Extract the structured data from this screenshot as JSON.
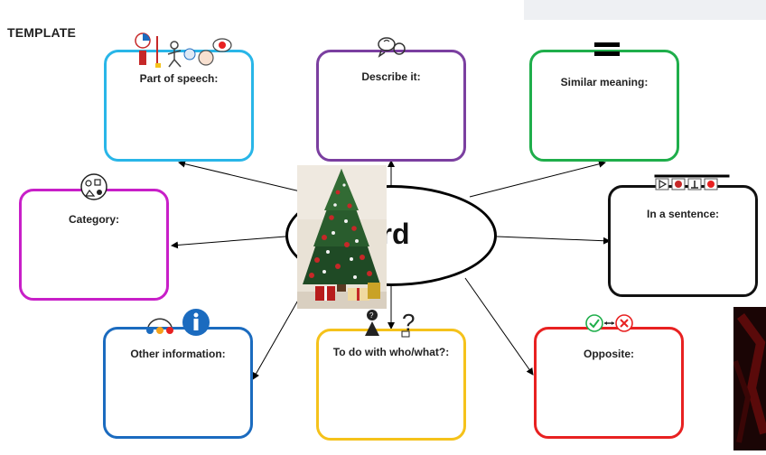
{
  "title": "TEMPLATE",
  "center": {
    "word": "ord"
  },
  "boxes": {
    "part_of_speech": "Part of speech:",
    "describe": "Describe it:",
    "similar": "Similar meaning:",
    "category": "Category:",
    "sentence": "In a sentence:",
    "other": "Other information:",
    "todo": "To do with who/what?:",
    "opposite": "Opposite:"
  },
  "colors": {
    "part_of_speech": "#29b6e8",
    "describe": "#7b3fa0",
    "similar": "#1fae4b",
    "category": "#c81fc8",
    "sentence": "#111111",
    "other": "#1b6bbf",
    "todo": "#f5c21b",
    "opposite": "#e82121"
  }
}
